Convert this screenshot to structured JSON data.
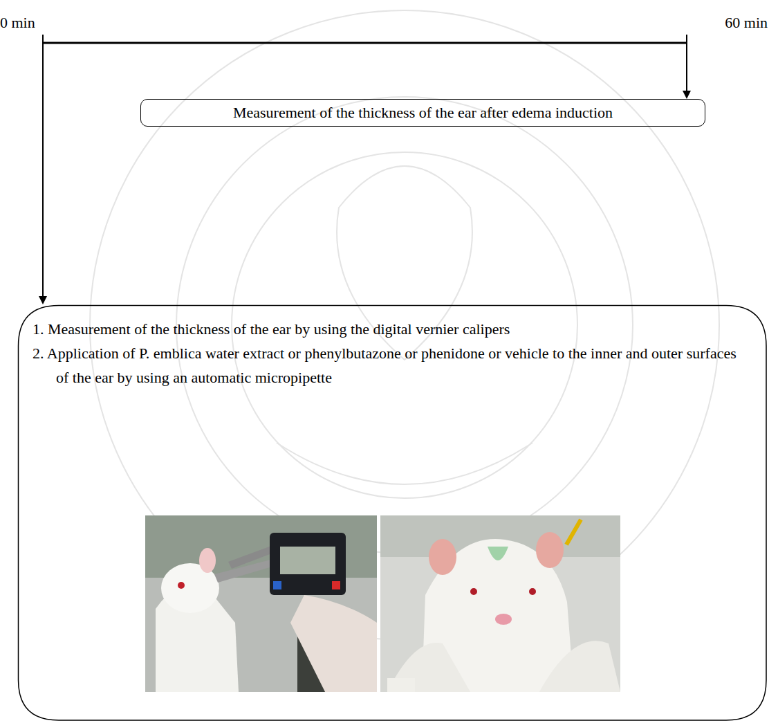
{
  "diagram": {
    "nodes": [
      {
        "text": [
          "Measurement of the thickness of the ear after edema induction"
        ]
      },
      {
        "text": [
          "1. Measurement of  the thickness of the ear by using the digital vernier calipers",
          "2. Application of P. emblica water extract or phenylbutazone or phenidone or vehicle to the inner and outer surfaces of the ear by using an automatic micropipette"
        ]
      }
    ],
    "labels": [
      "0 min",
      "60 min"
    ]
  }
}
